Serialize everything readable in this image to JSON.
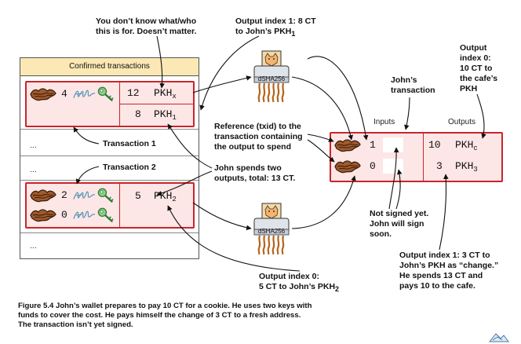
{
  "ledger": {
    "header": "Confirmed transactions",
    "ellipsis": "...",
    "tx_top": {
      "inputs": [
        {
          "index": "4"
        }
      ],
      "outputs": [
        {
          "amount": "12",
          "pkh": "PKH",
          "sub": "x"
        },
        {
          "amount": "8",
          "pkh": "PKH",
          "sub": "1"
        }
      ]
    },
    "tx_bottom": {
      "inputs": [
        {
          "index": "2"
        },
        {
          "index": "0"
        }
      ],
      "outputs": [
        {
          "amount": "5",
          "pkh": "PKH",
          "sub": "2"
        }
      ]
    }
  },
  "hash_label": "dSHA256",
  "johns_tx": {
    "inputs_label": "Inputs",
    "outputs_label": "Outputs",
    "inputs": [
      {
        "index": "1"
      },
      {
        "index": "0"
      }
    ],
    "outputs": [
      {
        "amount": "10",
        "pkh": "PKH",
        "sub": "c"
      },
      {
        "amount": "3",
        "pkh": "PKH",
        "sub": "3"
      }
    ]
  },
  "callouts": {
    "dont_know": [
      "You don’t know what/who",
      "this is for. Doesn’t matter."
    ],
    "output_index_1_top": [
      "Output index 1: 8 CT",
      "to John’s PKH"
    ],
    "output_index_1_top_sub": "1",
    "output_index_0_cafe": [
      "Output",
      "index 0:",
      "10 CT to",
      "the cafe’s",
      "PKH"
    ],
    "johns_transaction": [
      "John’s",
      "transaction"
    ],
    "reference": [
      "Reference (txid) to the",
      "transaction containing",
      "the output to spend"
    ],
    "transaction_1": "Transaction 1",
    "transaction_2": "Transaction 2",
    "john_spends": [
      "John spends two",
      "outputs, total: 13 CT."
    ],
    "not_signed": [
      "Not signed yet.",
      "John will sign",
      "soon."
    ],
    "output_index_1_change": [
      "Output index 1: 3 CT to",
      "John’s PKH as “change.”",
      "He spends 13 CT and",
      "pays 10 to the cafe."
    ],
    "output_index_0_bottom": [
      "Output index 0:",
      "5 CT to John’s PKH"
    ],
    "output_index_0_bottom_sub": "2"
  },
  "caption": {
    "lines": [
      "Figure 5.4    John’s wallet prepares to pay 10 CT for a cookie. He uses two keys with",
      "funds to cover the cost. He pays himself the change of 3 CT to a fresh address.",
      "The transaction isn’t yet signed."
    ]
  },
  "colors": {
    "tx_border": "#c9252c",
    "tx_fill": "#fde6e6",
    "header_fill": "#fbe8b4",
    "cookie": "#6b3b1f",
    "key": "#3f9a46"
  }
}
